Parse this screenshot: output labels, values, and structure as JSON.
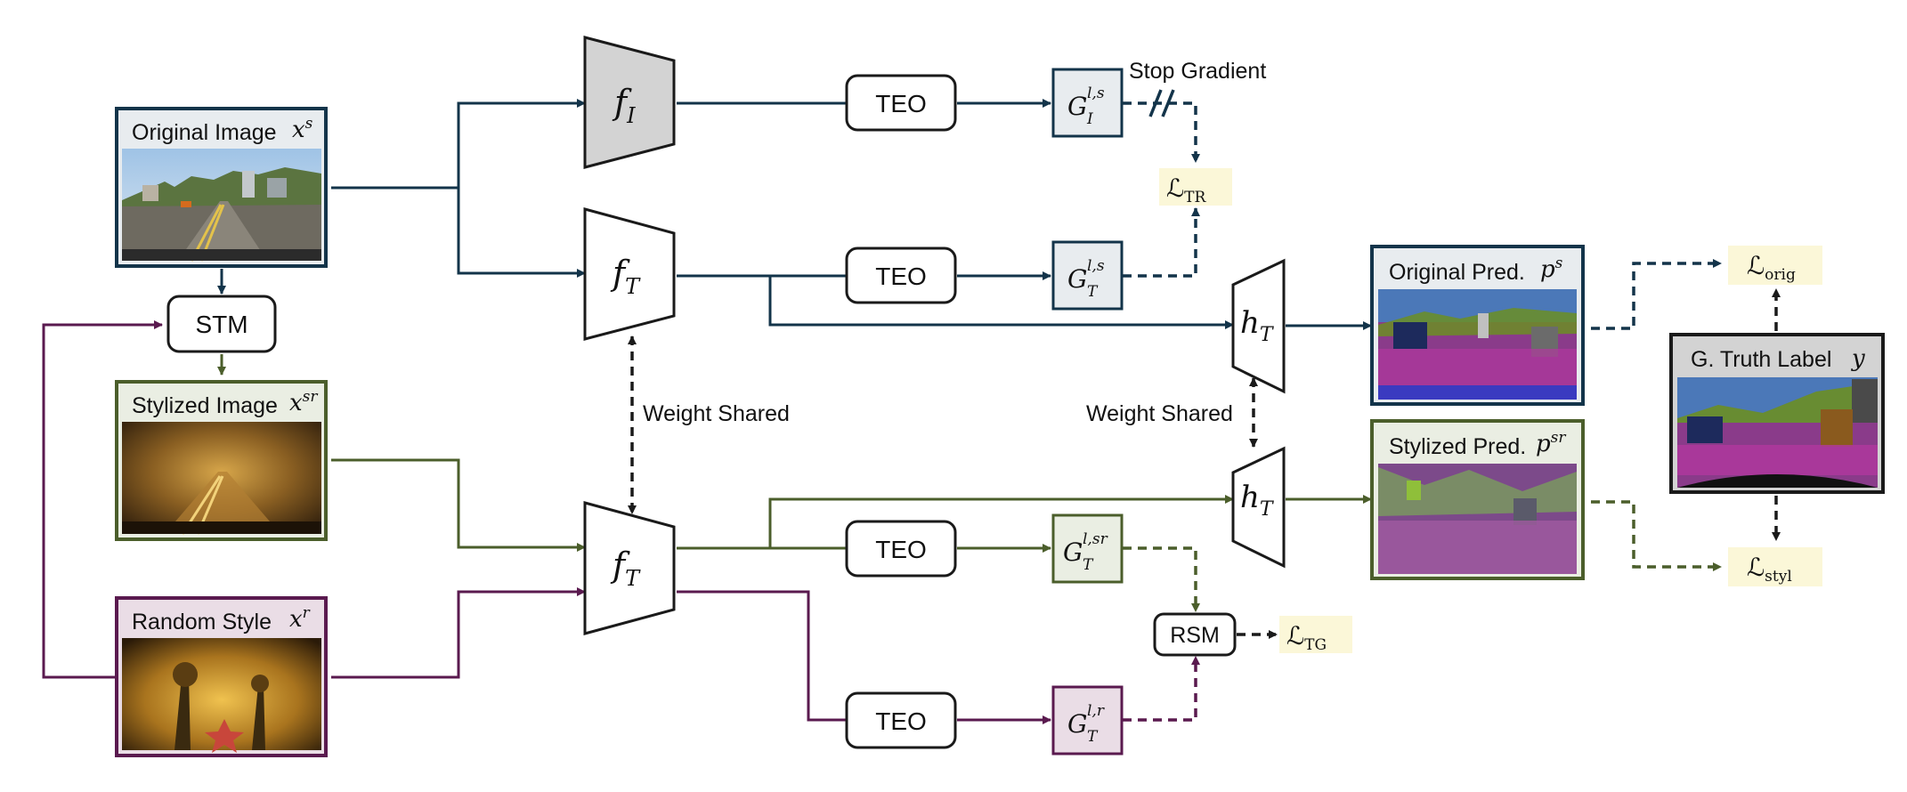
{
  "inputs": {
    "original": {
      "title": "Original Image",
      "symbol": "x",
      "sup": "s"
    },
    "stylized": {
      "title": "Stylized Image",
      "symbol": "x",
      "sup": "sr"
    },
    "random": {
      "title": "Random Style",
      "symbol": "x",
      "sup": "r"
    }
  },
  "stm_label": "STM",
  "encoders": {
    "fI": {
      "symbol": "f",
      "sub": "I"
    },
    "fT": {
      "symbol": "f",
      "sub": "T"
    }
  },
  "teo_label": "TEO",
  "grams": {
    "gIs": {
      "symbol": "G",
      "sub": "I",
      "sup": "l,s"
    },
    "gTs": {
      "symbol": "G",
      "sub": "T",
      "sup": "l,s"
    },
    "gTsr": {
      "symbol": "G",
      "sub": "T",
      "sup": "l,sr"
    },
    "gTr": {
      "symbol": "G",
      "sub": "T",
      "sup": "l,r"
    }
  },
  "heads": {
    "symbol": "h",
    "sub": "T"
  },
  "weight_shared_label": "Weight Shared",
  "stop_gradient_label": "Stop Gradient",
  "rsm_label": "RSM",
  "losses": {
    "tr": {
      "symbol": "ℒ",
      "sub": "TR"
    },
    "tg": {
      "symbol": "ℒ",
      "sub": "TG"
    },
    "orig": {
      "symbol": "ℒ",
      "sub": "orig"
    },
    "styl": {
      "symbol": "ℒ",
      "sub": "styl"
    }
  },
  "predictions": {
    "original": {
      "title": "Original Pred.",
      "symbol": "p",
      "sup": "s"
    },
    "stylized": {
      "title": "Stylized Pred.",
      "symbol": "p",
      "sup": "sr"
    }
  },
  "ground_truth": {
    "title": "G. Truth Label",
    "symbol": "y"
  },
  "colors": {
    "navy": "#13344a",
    "green": "#4b5e2b",
    "purple": "#5a1a4f",
    "black": "#1a1a1a",
    "loss_bg": "#fbf7d8",
    "gram_navy_bg": "#e8ecef",
    "gram_green_bg": "#eaeee3",
    "gram_purple_bg": "#eadde6",
    "encoder_fill": "#d3d3d3"
  }
}
